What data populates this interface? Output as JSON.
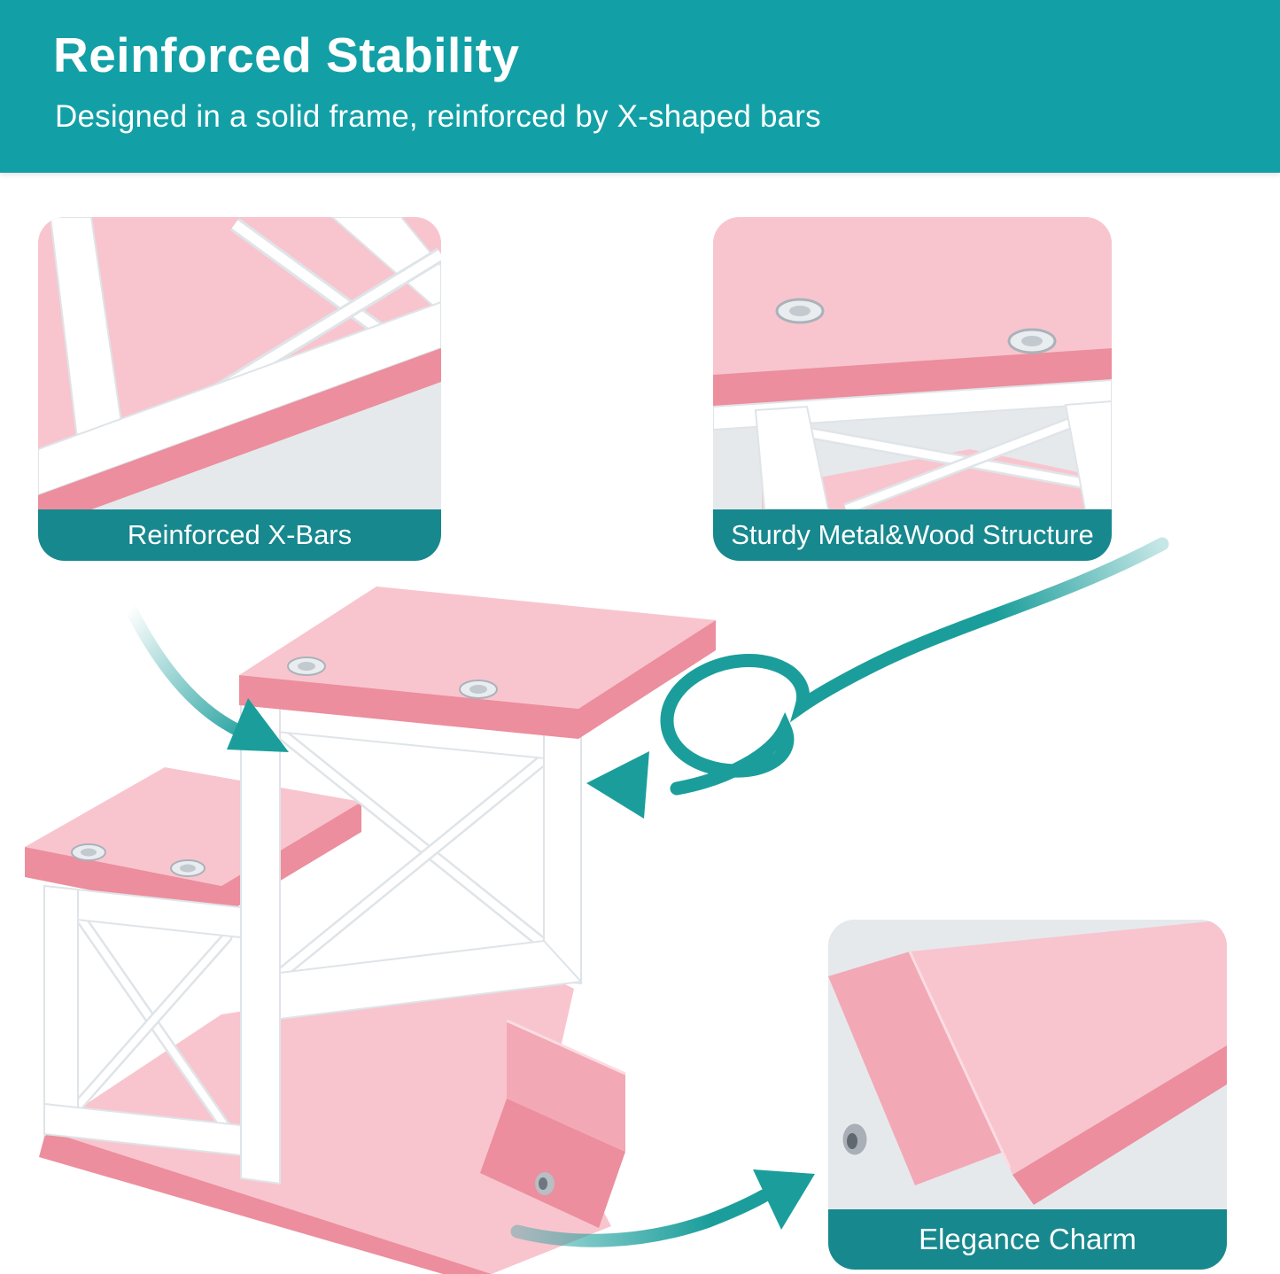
{
  "header": {
    "title": "Reinforced Stability",
    "subtitle": "Designed in a solid frame, reinforced by X-shaped bars"
  },
  "callouts": [
    {
      "caption": "Reinforced X-Bars"
    },
    {
      "caption": "Sturdy Metal&Wood Structure"
    },
    {
      "caption": "Elegance Charm"
    }
  ],
  "icons": [
    "curved-arrow-down-icon",
    "loop-arrow-icon",
    "curved-arrow-up-icon",
    "screw-icon"
  ],
  "colors": {
    "teal_header": "#12A0A6",
    "teal_caption": "#17888E",
    "teal_arrow": "#1B9E9B",
    "pink_light": "#F8C5CF",
    "pink_mid": "#F2A9B5",
    "pink_edge": "#EC8E9D",
    "photo_bg": "#E5E9EC",
    "frame_white": "#FFFFFF",
    "frame_shade": "#DFE4E8",
    "page_bg": "#FFFFFF"
  }
}
